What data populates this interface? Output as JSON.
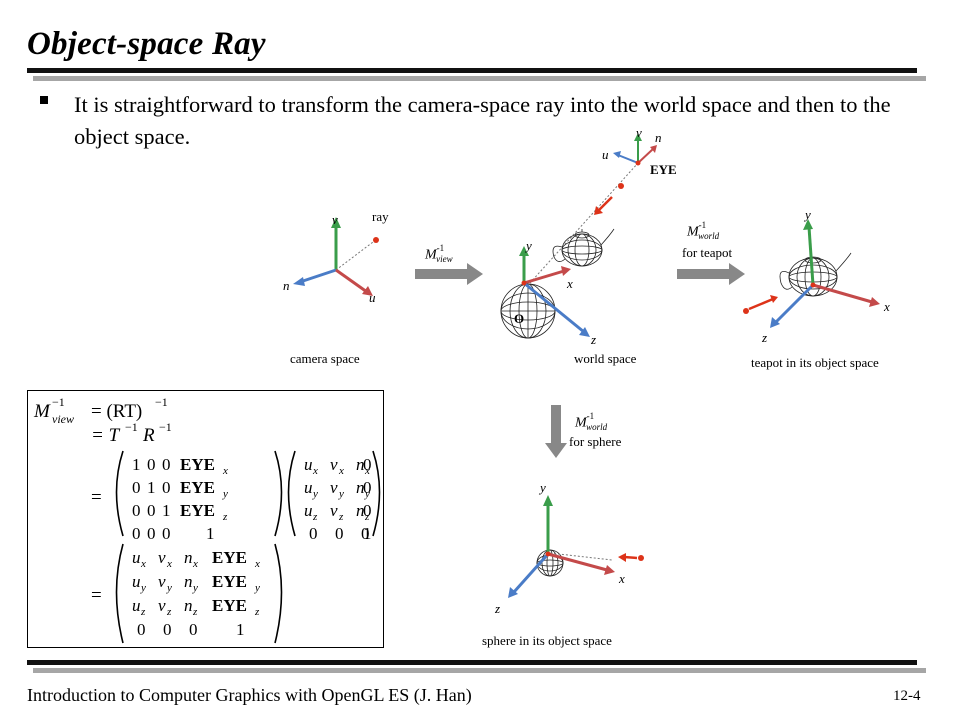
{
  "slide": {
    "title": "Object-space Ray",
    "bullet": "It is straightforward to transform the camera-space ray into the world space and then to the object space.",
    "footer": "Introduction to Computer Graphics with OpenGL ES (J. Han)",
    "page": "12-4"
  },
  "figure": {
    "camera_space": {
      "caption": "camera space",
      "axis_v": "v",
      "axis_n": "n",
      "axis_u": "u",
      "ray": "ray"
    },
    "arrow_view": {
      "matrix": "M",
      "sup": "-1",
      "sub": "view"
    },
    "world_space": {
      "caption": "world space",
      "axis_y": "y",
      "axis_x": "x",
      "axis_z": "z",
      "origin": "O",
      "eye_label": "EYE",
      "eye_u": "u",
      "eye_v": "v",
      "eye_n": "n"
    },
    "arrow_teapot": {
      "matrix": "M",
      "sup": "-1",
      "sub": "world",
      "label": "for teapot"
    },
    "teapot_space": {
      "caption": "teapot in its object space",
      "axis_y": "y",
      "axis_x": "x",
      "axis_z": "z"
    },
    "arrow_sphere": {
      "matrix": "M",
      "sup": "-1",
      "sub": "world",
      "label": "for sphere"
    },
    "sphere_space": {
      "caption": "sphere in its object space",
      "axis_y": "y",
      "axis_x": "x",
      "axis_z": "z"
    }
  },
  "equation": {
    "lhs": "M",
    "lhs_sup": "−1",
    "lhs_sub": "view",
    "line1": "= (RT)",
    "line1_sup": "−1",
    "line2_a": "= T",
    "line2_sup1": "−1",
    "line2_b": "R",
    "line2_sup2": "−1",
    "m1": [
      [
        "1",
        "0",
        "0",
        "EYE",
        "x"
      ],
      [
        "0",
        "1",
        "0",
        "EYE",
        "y"
      ],
      [
        "0",
        "0",
        "1",
        "EYE",
        "z"
      ],
      [
        "0",
        "0",
        "0",
        "1",
        ""
      ]
    ],
    "m2": [
      [
        "u",
        "x",
        "v",
        "x",
        "n",
        "x",
        "0"
      ],
      [
        "u",
        "y",
        "v",
        "y",
        "n",
        "y",
        "0"
      ],
      [
        "u",
        "z",
        "v",
        "z",
        "n",
        "z",
        "0"
      ],
      [
        "0",
        "",
        "0",
        "",
        "0",
        "",
        "1"
      ]
    ],
    "m3": [
      [
        "u",
        "x",
        "v",
        "x",
        "n",
        "x",
        "EYE",
        "x"
      ],
      [
        "u",
        "y",
        "v",
        "y",
        "n",
        "y",
        "EYE",
        "y"
      ],
      [
        "u",
        "z",
        "v",
        "z",
        "n",
        "z",
        "EYE",
        "z"
      ],
      [
        "0",
        "",
        "0",
        "",
        "0",
        "",
        "1",
        ""
      ]
    ],
    "eq": "="
  },
  "colors": {
    "ray": "#dd3319",
    "axis_y": "#3a9d4a",
    "axis_x": "#c44a4a",
    "axis_z": "#4a7cc7",
    "arrow": "#888888"
  }
}
